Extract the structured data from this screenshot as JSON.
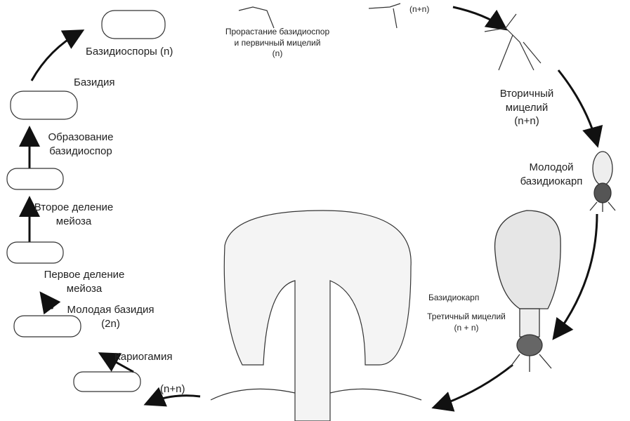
{
  "title": "Жизненный цикл базидиомицета",
  "labels": {
    "basidiospores": "Базидиоспоры (n)",
    "germination": [
      "Прорастание базидиоспор",
      "и первичный мицелий",
      "(n)"
    ],
    "plasmogamy_top": "(n+n)",
    "secondary_mycelium": [
      "Вторичный",
      "мицелий",
      "(n+n)"
    ],
    "young_basidiocarp": [
      "Молодой",
      "базидиокарп"
    ],
    "basidium": "Базидия",
    "spore_formation": [
      "Образование",
      "базидиоспор"
    ],
    "meiosis_2": [
      "Второе деление",
      "мейоза"
    ],
    "meiosis_1": [
      "Первое деление",
      "мейоза"
    ],
    "young_basidium": [
      "Молодая базидия",
      "(2n)"
    ],
    "karyogamy": "Кариогамия",
    "dikaryon_bottom": "(n+n)",
    "basidiocarp": "Базидиокарп",
    "tertiary_mycelium": [
      "Третичный мицелий",
      "(n + n)"
    ]
  }
}
